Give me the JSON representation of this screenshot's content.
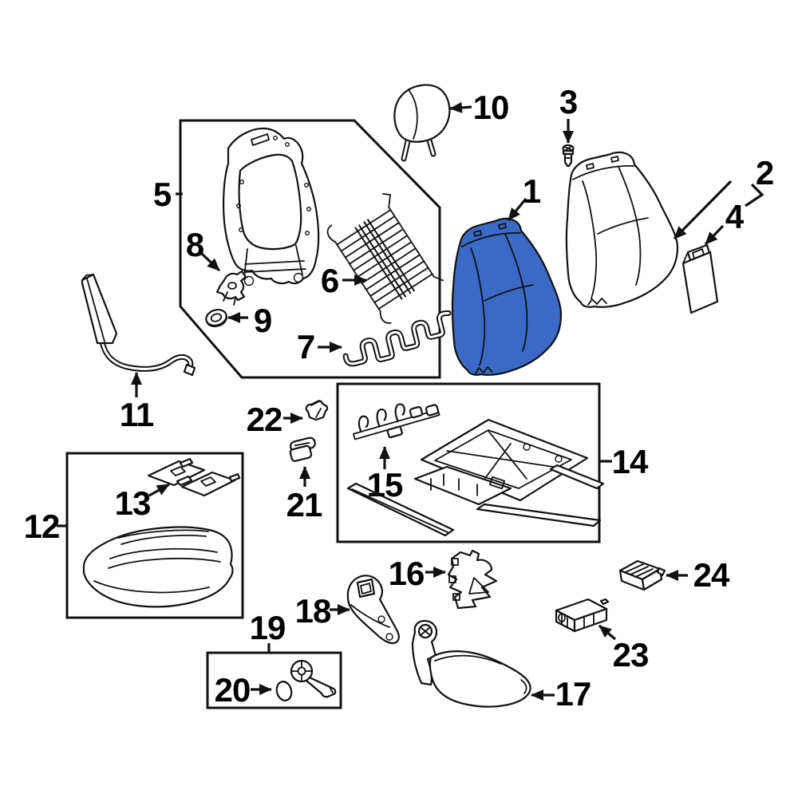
{
  "diagram": {
    "type": "exploded-parts-diagram",
    "subject": "vehicle-front-seat-components",
    "colors": {
      "background": "#ffffff",
      "line": "#111111",
      "highlight_blue": "#3b6ac6"
    },
    "callouts": [
      {
        "label": "1",
        "depicts": "seat-back-cushion-highlighted"
      },
      {
        "label": "2",
        "depicts": "seat-back-cover"
      },
      {
        "label": "3",
        "depicts": "retainer-screw"
      },
      {
        "label": "4",
        "depicts": "trim-strip"
      },
      {
        "label": "5",
        "depicts": "seat-back-frame-group"
      },
      {
        "label": "6",
        "depicts": "lumbar-support-grid"
      },
      {
        "label": "7",
        "depicts": "support-wire"
      },
      {
        "label": "8",
        "depicts": "small-bracket"
      },
      {
        "label": "9",
        "depicts": "grommet"
      },
      {
        "label": "10",
        "depicts": "headrest"
      },
      {
        "label": "11",
        "depicts": "side-airbag-with-harness"
      },
      {
        "label": "12",
        "depicts": "seat-cushion-group"
      },
      {
        "label": "13",
        "depicts": "seat-heater-pad"
      },
      {
        "label": "14",
        "depicts": "seat-track-assembly-group"
      },
      {
        "label": "15",
        "depicts": "spring-wire-set"
      },
      {
        "label": "16",
        "depicts": "inner-bracket"
      },
      {
        "label": "17",
        "depicts": "outer-side-shield"
      },
      {
        "label": "18",
        "depicts": "side-trim-panel"
      },
      {
        "label": "19",
        "depicts": "recliner-handle-group"
      },
      {
        "label": "20",
        "depicts": "handle-cap"
      },
      {
        "label": "21",
        "depicts": "clip"
      },
      {
        "label": "22",
        "depicts": "clip"
      },
      {
        "label": "23",
        "depicts": "control-module"
      },
      {
        "label": "24",
        "depicts": "connector"
      }
    ]
  }
}
